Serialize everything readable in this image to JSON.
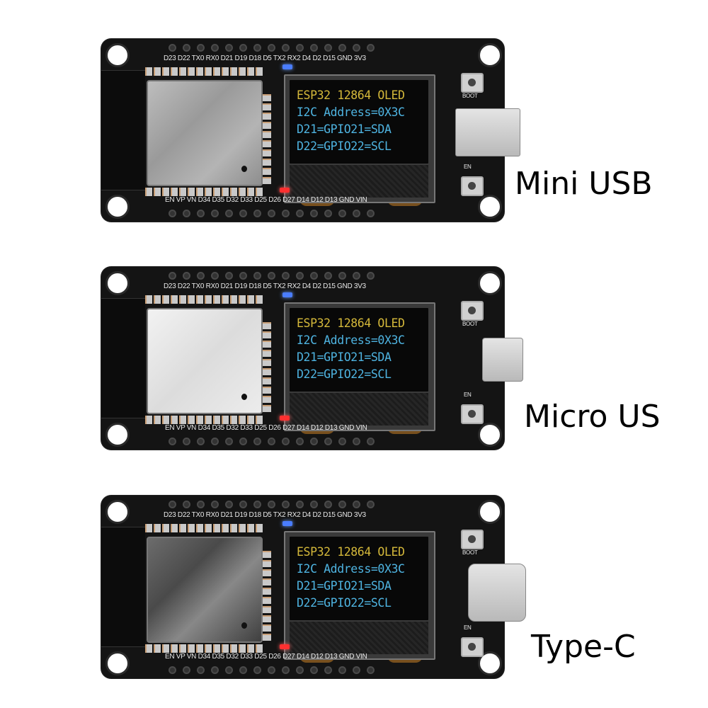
{
  "boards": [
    {
      "variant_label": "Mini USB",
      "connector": "mini-usb",
      "top_pins": "D23 D22 TX0 RX0 D21 D19 D18 D5 TX2 RX2 D4 D2 D15 GND 3V3",
      "bottom_pins": "EN VP VN D34 D35 D32 D33 D25 D26 D27 D14 D12 D13 GND VIN",
      "boot_label": "BOOT",
      "en_label": "EN",
      "oled": {
        "line1": "ESP32 12864 OLED",
        "line2": "I2C Address=0X3C",
        "line3": "D21=GPIO21=SDA",
        "line4": "D22=GPIO22=SCL"
      }
    },
    {
      "variant_label": "Micro US",
      "connector": "micro-usb",
      "top_pins": "D23 D22 TX0 RX0 D21 D19 D18 D5 TX2 RX2 D4 D2 D15 GND 3V3",
      "bottom_pins": "EN VP VN D34 D35 D32 D33 D25 D26 D27 D14 D12 D13 GND VIN",
      "boot_label": "BOOT",
      "en_label": "EN",
      "oled": {
        "line1": "ESP32 12864 OLED",
        "line2": "I2C Address=0X3C",
        "line3": "D21=GPIO21=SDA",
        "line4": "D22=GPIO22=SCL"
      }
    },
    {
      "variant_label": "Type-C",
      "connector": "usb-type-c",
      "top_pins": "D23 D22 TX0 RX0 D21 D19 D18 D5 TX2 RX2 D4 D2 D15 GND 3V3",
      "bottom_pins": "EN VP VN D34 D35 D32 D33 D25 D26 D27 D14 D12 D13 GND VIN",
      "boot_label": "BOOT",
      "en_label": "EN",
      "oled": {
        "line1": "ESP32 12864 OLED",
        "line2": "I2C Address=0X3C",
        "line3": "D21=GPIO21=SDA",
        "line4": "D22=GPIO22=SCL"
      }
    }
  ],
  "colors": {
    "oled_yellow": "#d4b83a",
    "oled_blue": "#4eb3e0",
    "pcb": "#141414",
    "led_blue": "#4a7dff",
    "led_red": "#ff3030"
  }
}
